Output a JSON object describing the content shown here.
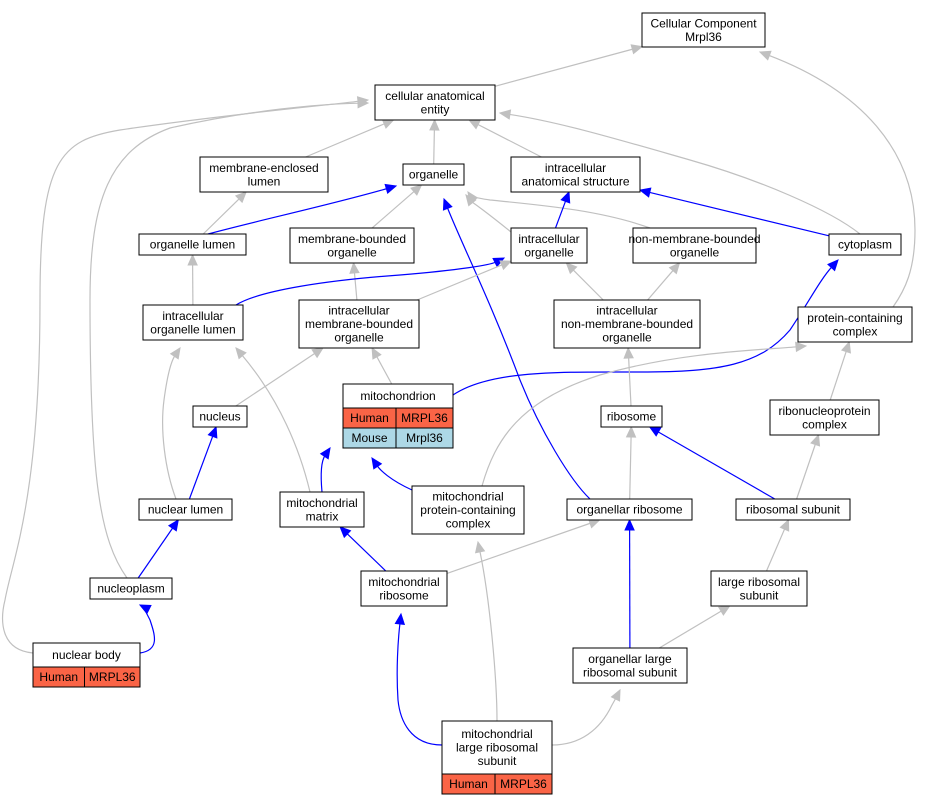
{
  "colors": {
    "grey_edge": "#c0c0c0",
    "blue_edge": "#0000ff",
    "human": "#fa6446",
    "mouse": "#add8e6"
  },
  "nodes": {
    "root": {
      "lines": [
        "Cellular Component",
        "Mrpl36"
      ]
    },
    "cae": {
      "lines": [
        "cellular anatomical",
        "entity"
      ]
    },
    "mel": {
      "lines": [
        "membrane-enclosed",
        "lumen"
      ]
    },
    "org": {
      "lines": [
        "organelle"
      ]
    },
    "ias": {
      "lines": [
        "intracellular",
        "anatomical structure"
      ]
    },
    "orglum": {
      "lines": [
        "organelle lumen"
      ]
    },
    "mbo": {
      "lines": [
        "membrane-bounded",
        "organelle"
      ]
    },
    "io": {
      "lines": [
        "intracellular",
        "organelle"
      ]
    },
    "nmbo": {
      "lines": [
        "non-membrane-bounded",
        "organelle"
      ]
    },
    "cyto": {
      "lines": [
        "cytoplasm"
      ]
    },
    "iol": {
      "lines": [
        "intracellular",
        "organelle lumen"
      ]
    },
    "imbo": {
      "lines": [
        "intracellular",
        "membrane-bounded",
        "organelle"
      ]
    },
    "inmbo": {
      "lines": [
        "intracellular",
        "non-membrane-bounded",
        "organelle"
      ]
    },
    "pcc": {
      "lines": [
        "protein-containing",
        "complex"
      ]
    },
    "mito": {
      "lines": [
        "mitochondrion"
      ]
    },
    "nucleus": {
      "lines": [
        "nucleus"
      ]
    },
    "ribo": {
      "lines": [
        "ribosome"
      ]
    },
    "rnp": {
      "lines": [
        "ribonucleoprotein",
        "complex"
      ]
    },
    "nuclum": {
      "lines": [
        "nuclear lumen"
      ]
    },
    "mmat": {
      "lines": [
        "mitochondrial",
        "matrix"
      ]
    },
    "mpcc": {
      "lines": [
        "mitochondrial",
        "protein-containing",
        "complex"
      ]
    },
    "oribo": {
      "lines": [
        "organellar ribosome"
      ]
    },
    "rsub": {
      "lines": [
        "ribosomal subunit"
      ]
    },
    "nplasm": {
      "lines": [
        "nucleoplasm"
      ]
    },
    "mribo": {
      "lines": [
        "mitochondrial",
        "ribosome"
      ]
    },
    "lrsub": {
      "lines": [
        "large ribosomal",
        "subunit"
      ]
    },
    "nbody": {
      "lines": [
        "nuclear body"
      ]
    },
    "olrs": {
      "lines": [
        "organellar large",
        "ribosomal subunit"
      ]
    },
    "mlrs": {
      "lines": [
        "mitochondrial",
        "large ribosomal",
        "subunit"
      ]
    }
  },
  "annotations": {
    "mito": [
      {
        "species": "Human",
        "gene": "MRPL36"
      },
      {
        "species": "Mouse",
        "gene": "Mrpl36"
      }
    ],
    "nbody": [
      {
        "species": "Human",
        "gene": "MRPL36"
      }
    ],
    "mlrs": [
      {
        "species": "Human",
        "gene": "MRPL36"
      }
    ]
  },
  "edges": [
    {
      "from": "cae",
      "to": "root",
      "style": "grey"
    },
    {
      "from": "pcc",
      "to": "root",
      "style": "grey"
    },
    {
      "from": "mel",
      "to": "cae",
      "style": "grey"
    },
    {
      "from": "org",
      "to": "cae",
      "style": "grey"
    },
    {
      "from": "ias",
      "to": "cae",
      "style": "grey"
    },
    {
      "from": "cyto",
      "to": "cae",
      "style": "grey"
    },
    {
      "from": "nplasm",
      "to": "cae",
      "style": "grey"
    },
    {
      "from": "nbody",
      "to": "cae",
      "style": "grey"
    },
    {
      "from": "orglum",
      "to": "mel",
      "style": "grey"
    },
    {
      "from": "orglum",
      "to": "org",
      "style": "blue"
    },
    {
      "from": "mbo",
      "to": "org",
      "style": "grey"
    },
    {
      "from": "io",
      "to": "org",
      "style": "grey"
    },
    {
      "from": "nmbo",
      "to": "org",
      "style": "grey"
    },
    {
      "from": "oribo",
      "to": "org",
      "style": "blue"
    },
    {
      "from": "io",
      "to": "ias",
      "style": "blue"
    },
    {
      "from": "cyto",
      "to": "ias",
      "style": "blue"
    },
    {
      "from": "iol",
      "to": "orglum",
      "style": "grey"
    },
    {
      "from": "imbo",
      "to": "mbo",
      "style": "grey"
    },
    {
      "from": "iol",
      "to": "io",
      "style": "blue"
    },
    {
      "from": "imbo",
      "to": "io",
      "style": "grey"
    },
    {
      "from": "inmbo",
      "to": "io",
      "style": "grey"
    },
    {
      "from": "inmbo",
      "to": "nmbo",
      "style": "grey"
    },
    {
      "from": "mito",
      "to": "cyto",
      "style": "blue"
    },
    {
      "from": "nuclum",
      "to": "iol",
      "style": "grey"
    },
    {
      "from": "mmat",
      "to": "iol",
      "style": "grey"
    },
    {
      "from": "nucleus",
      "to": "imbo",
      "style": "grey"
    },
    {
      "from": "mito",
      "to": "imbo",
      "style": "grey"
    },
    {
      "from": "ribo",
      "to": "inmbo",
      "style": "grey"
    },
    {
      "from": "mpcc",
      "to": "pcc",
      "style": "grey"
    },
    {
      "from": "rnp",
      "to": "pcc",
      "style": "grey"
    },
    {
      "from": "mmat",
      "to": "mito",
      "style": "blue"
    },
    {
      "from": "mpcc",
      "to": "mito",
      "style": "blue"
    },
    {
      "from": "nuclum",
      "to": "nucleus",
      "style": "blue"
    },
    {
      "from": "oribo",
      "to": "ribo",
      "style": "grey"
    },
    {
      "from": "rsub",
      "to": "ribo",
      "style": "blue"
    },
    {
      "from": "rsub",
      "to": "rnp",
      "style": "grey"
    },
    {
      "from": "nplasm",
      "to": "nuclum",
      "style": "blue"
    },
    {
      "from": "mribo",
      "to": "mmat",
      "style": "blue"
    },
    {
      "from": "mribo",
      "to": "oribo",
      "style": "grey"
    },
    {
      "from": "olrs",
      "to": "oribo",
      "style": "blue"
    },
    {
      "from": "lrsub",
      "to": "rsub",
      "style": "grey"
    },
    {
      "from": "nbody",
      "to": "nplasm",
      "style": "blue"
    },
    {
      "from": "mlrs",
      "to": "mribo",
      "style": "blue"
    },
    {
      "from": "olrs",
      "to": "lrsub",
      "style": "grey"
    },
    {
      "from": "mlrs",
      "to": "mpcc",
      "style": "grey"
    },
    {
      "from": "mlrs",
      "to": "olrs",
      "style": "grey"
    }
  ]
}
